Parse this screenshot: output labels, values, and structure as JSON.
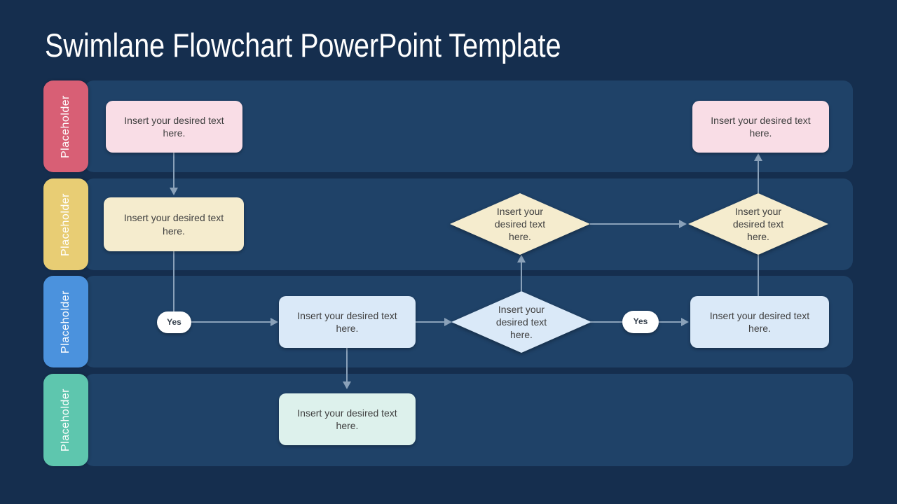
{
  "title": "Swimlane Flowchart PowerPoint Template",
  "lanes": [
    {
      "label": "Placeholder",
      "color": "#d85f75"
    },
    {
      "label": "Placeholder",
      "color": "#e8cd74"
    },
    {
      "label": "Placeholder",
      "color": "#4b92dd"
    },
    {
      "label": "Placeholder",
      "color": "#5ec6ae"
    }
  ],
  "nodes": {
    "pink_top_left": {
      "type": "process",
      "lane": 1,
      "text": "Insert your desired text here."
    },
    "pink_top_right": {
      "type": "process",
      "lane": 1,
      "text": "Insert your desired text here."
    },
    "cream_process": {
      "type": "process",
      "lane": 2,
      "text": "Insert your desired text here."
    },
    "cream_decision_center": {
      "type": "decision",
      "lane": 2,
      "text": "Insert your desired text here."
    },
    "cream_decision_right": {
      "type": "decision",
      "lane": 2,
      "text": "Insert your desired text here."
    },
    "yes_left": {
      "type": "label-oval",
      "lane": 3,
      "text": "Yes"
    },
    "blue_process_center": {
      "type": "process",
      "lane": 3,
      "text": "Insert your desired text here."
    },
    "blue_decision": {
      "type": "decision",
      "lane": 3,
      "text": "Insert your desired text here."
    },
    "yes_right": {
      "type": "label-oval",
      "lane": 3,
      "text": "Yes"
    },
    "blue_process_right": {
      "type": "process",
      "lane": 3,
      "text": "Insert your desired text here."
    },
    "teal_process": {
      "type": "process",
      "lane": 4,
      "text": "Insert your desired text here."
    }
  },
  "connectors": [
    {
      "from": "pink_top_left",
      "to": "cream_process",
      "arrow": true
    },
    {
      "from": "cream_process",
      "to": "yes_left",
      "arrow": false
    },
    {
      "from": "yes_left",
      "to": "blue_process_center",
      "arrow": true
    },
    {
      "from": "blue_process_center",
      "to": "blue_decision",
      "arrow": true
    },
    {
      "from": "blue_decision",
      "to": "cream_decision_center",
      "arrow": true
    },
    {
      "from": "cream_decision_center",
      "to": "cream_decision_right",
      "arrow": true
    },
    {
      "from": "blue_decision",
      "to": "yes_right",
      "arrow": false
    },
    {
      "from": "yes_right",
      "to": "blue_process_right",
      "arrow": true
    },
    {
      "from": "blue_process_right",
      "to": "cream_decision_right",
      "arrow": false
    },
    {
      "from": "cream_decision_right",
      "to": "pink_top_right",
      "arrow": true
    },
    {
      "from": "blue_process_center",
      "to": "teal_process",
      "arrow": true
    }
  ],
  "colors": {
    "bg": "#152e4e",
    "lane-body": "#1f4268",
    "lane1": "#d85f75",
    "lane2": "#e8cd74",
    "lane3": "#4b92dd",
    "lane4": "#5ec6ae",
    "shape-pink": "#f9dde6",
    "shape-cream": "#f5ecce",
    "shape-blue": "#dae9f8",
    "shape-teal": "#ddf1ec",
    "connector": "#8aa1b9",
    "node-text": "#404040",
    "yes-text": "#35404d",
    "title-text": "#ffffff"
  }
}
